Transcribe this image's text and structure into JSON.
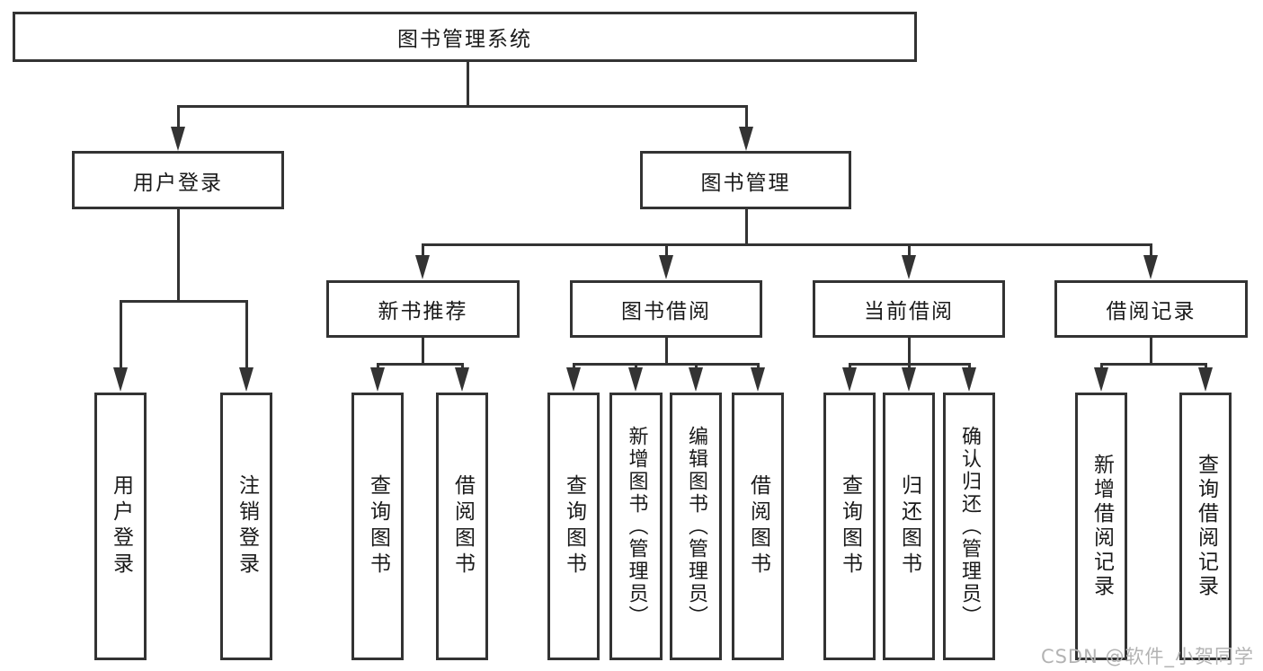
{
  "diagram_title": "图书管理系统",
  "nodes": {
    "root": {
      "label": "图书管理系统"
    },
    "user_login": {
      "label": "用户登录"
    },
    "book_mgmt": {
      "label": "图书管理"
    },
    "new_book_rec": {
      "label": "新书推荐"
    },
    "book_borrow": {
      "label": "图书借阅"
    },
    "current_borrow": {
      "label": "当前借阅"
    },
    "borrow_record": {
      "label": "借阅记录"
    },
    "user_login_leaf": {
      "label": "用户登录"
    },
    "logout_leaf": {
      "label": "注销登录"
    },
    "nb_query": {
      "label": "查询图书"
    },
    "nb_borrow": {
      "label": "借阅图书"
    },
    "bb_query": {
      "label": "查询图书"
    },
    "bb_add": {
      "label": "新增图书（管理员）"
    },
    "bb_edit": {
      "label": "编辑图书（管理员）"
    },
    "bb_borrow": {
      "label": "借阅图书"
    },
    "cb_query": {
      "label": "查询图书"
    },
    "cb_return": {
      "label": "归还图书"
    },
    "cb_confirm": {
      "label": "确认归还（管理员）"
    },
    "br_add": {
      "label": "新增借阅记录"
    },
    "br_query": {
      "label": "查询借阅记录"
    }
  },
  "hierarchy": {
    "图书管理系统": {
      "用户登录": [
        "用户登录",
        "注销登录"
      ],
      "图书管理": {
        "新书推荐": [
          "查询图书",
          "借阅图书"
        ],
        "图书借阅": [
          "查询图书",
          "新增图书（管理员）",
          "编辑图书（管理员）",
          "借阅图书"
        ],
        "当前借阅": [
          "查询图书",
          "归还图书",
          "确认归还（管理员）"
        ],
        "借阅记录": [
          "新增借阅记录",
          "查询借阅记录"
        ]
      }
    }
  },
  "watermark": {
    "text": "CSDN @软件_小贺同学"
  },
  "colors": {
    "line": "#333333",
    "box_border": "#333333",
    "text": "#1a1a1a",
    "watermark": "#b3b3b3",
    "background": "#ffffff"
  }
}
